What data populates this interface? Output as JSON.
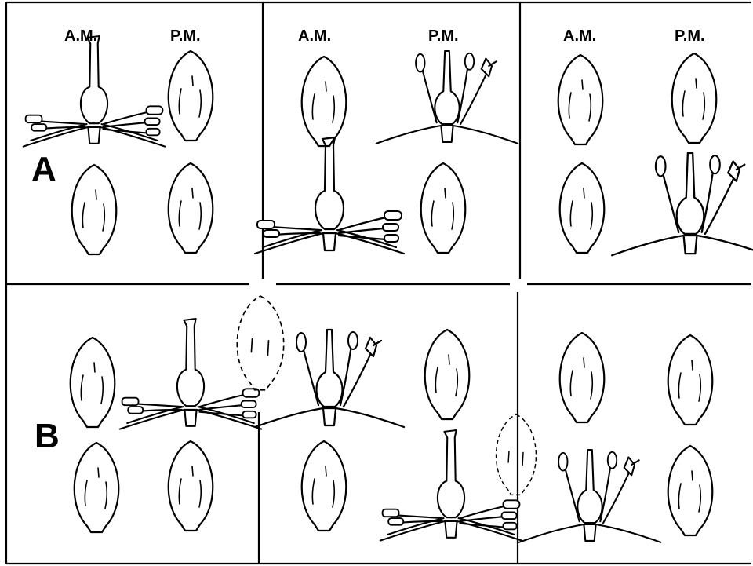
{
  "panels": {
    "A": {
      "label": "A",
      "columns": [
        {
          "am": "A.M.",
          "pm": "P.M."
        },
        {
          "am": "A.M.",
          "pm": "P.M."
        },
        {
          "am": "A.M.",
          "pm": "P.M."
        }
      ]
    },
    "B": {
      "label": "B"
    }
  }
}
